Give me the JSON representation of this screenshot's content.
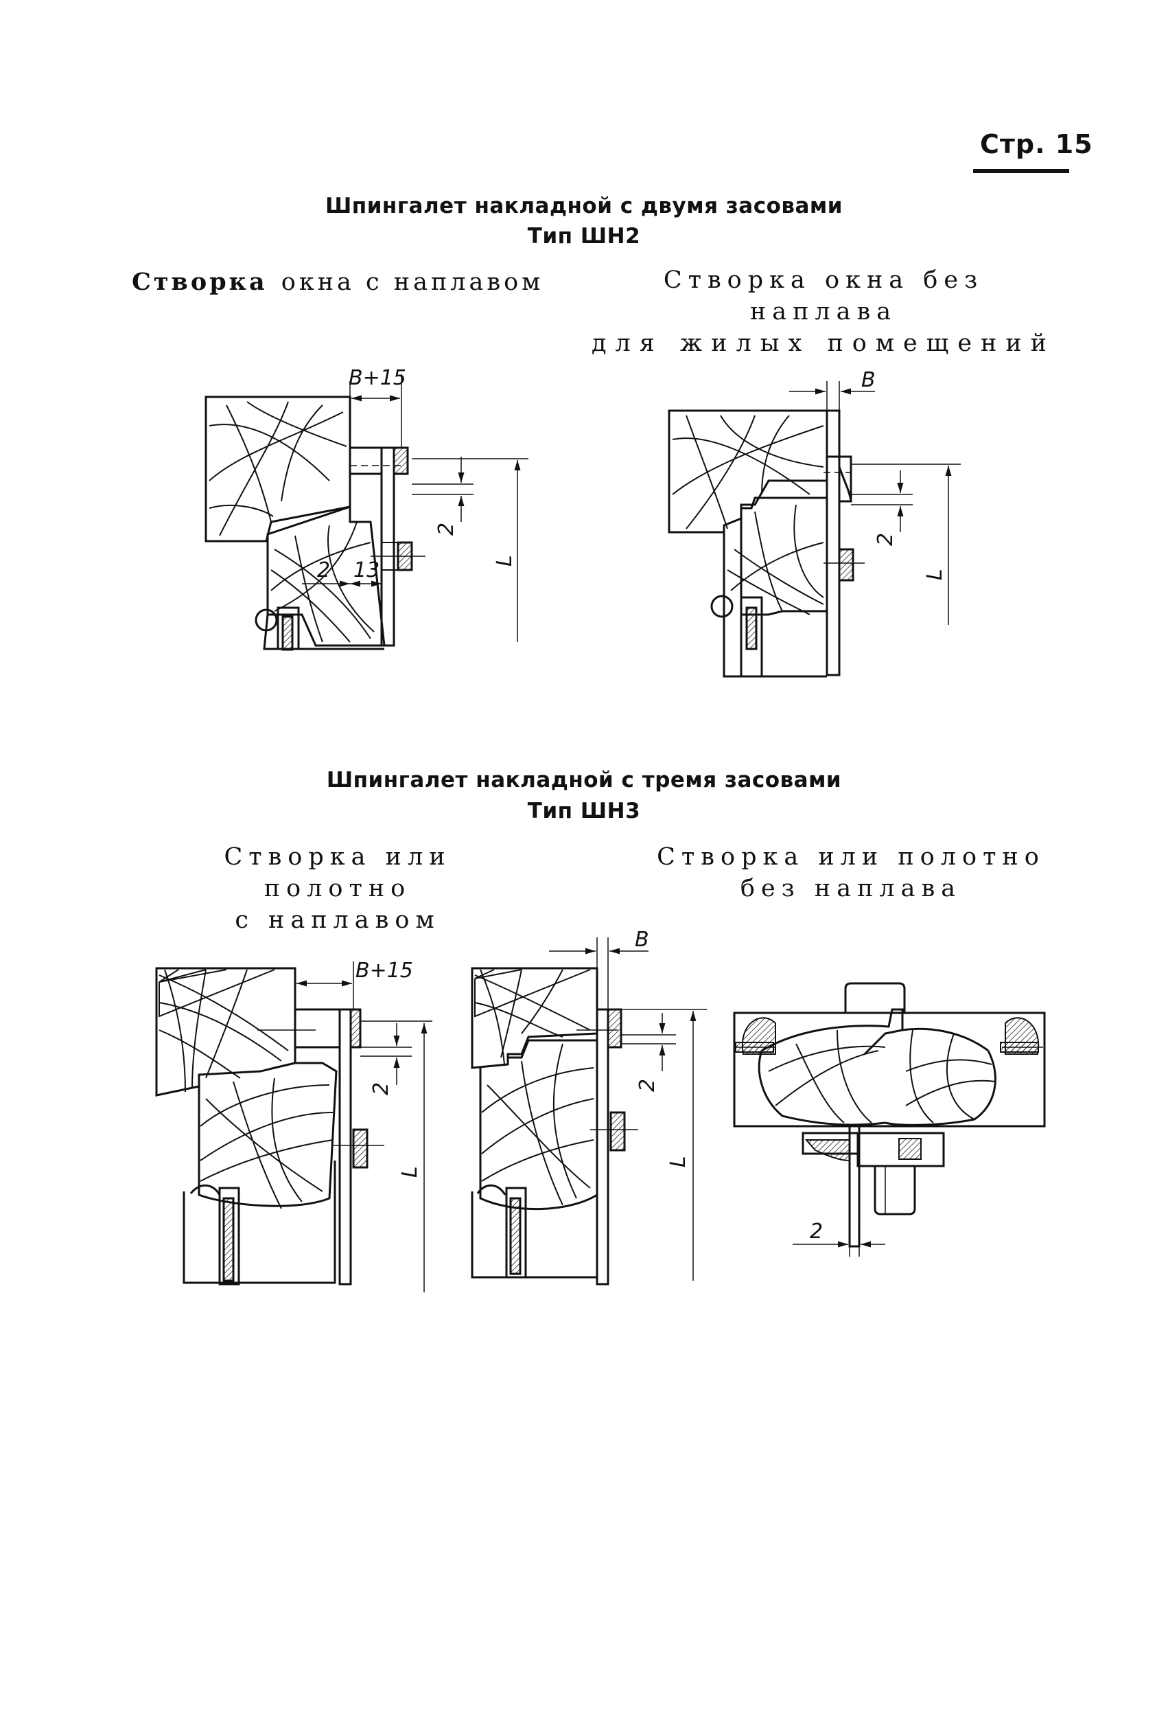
{
  "page": {
    "number": "Стр. 15"
  },
  "section_shn2": {
    "title_line1": "Шпингалет накладной с двумя засовами",
    "title_line2": "Тип ШН2",
    "left_caption_emph": "Створка",
    "left_caption_rest": "окна с наплавом",
    "right_caption_line1": "Створка окна без наплава",
    "right_caption_line2": "для жилых помещений",
    "fig1": {
      "dim_top": "B+15",
      "dim_right": "2",
      "dim_length": "L",
      "dim_a": "2",
      "dim_b": "13"
    },
    "fig2": {
      "dim_top": "B",
      "dim_right": "2",
      "dim_length": "L"
    }
  },
  "section_shn3": {
    "title_line1": "Шпингалет накладной с тремя засовами",
    "title_line2": "Тип ШН3",
    "left_caption_line1": "Створка или полотно",
    "left_caption_line2": "с наплавом",
    "right_caption_line1": "Створка или полотно",
    "right_caption_line2": "без наплава",
    "fig3": {
      "dim_top": "B+15",
      "dim_right": "2",
      "dim_length": "L"
    },
    "fig4": {
      "dim_top": "B",
      "dim_right": "2",
      "dim_length": "L"
    },
    "fig5": {
      "dim_bottom": "2"
    }
  }
}
